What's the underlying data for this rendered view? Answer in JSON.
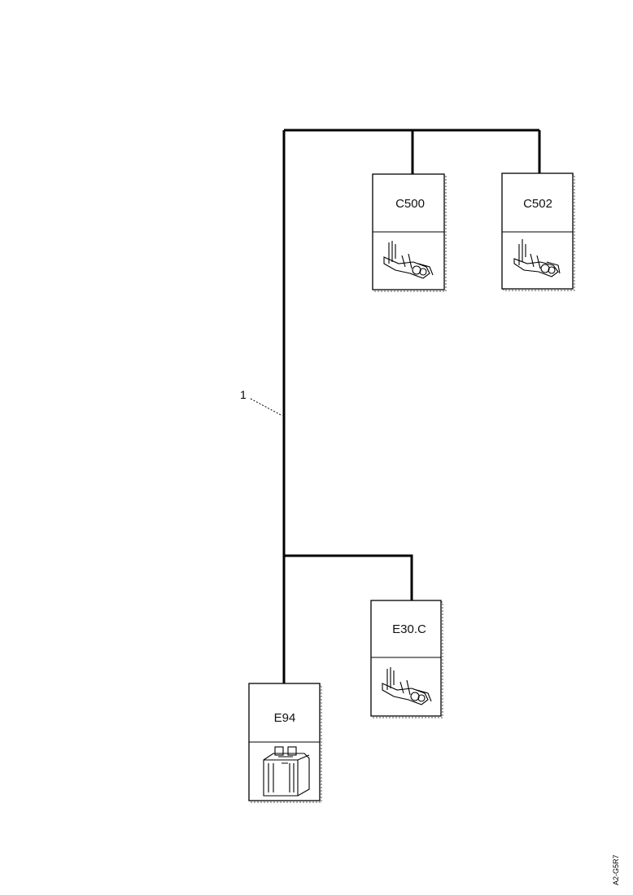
{
  "wire_number": "1",
  "components": {
    "c500": {
      "label": "C500",
      "icon": "connector-terminal-icon"
    },
    "c502": {
      "label": "C502",
      "icon": "connector-terminal-icon"
    },
    "e30c": {
      "label": "E30.C",
      "icon": "connector-terminal-icon"
    },
    "e94": {
      "label": "E94",
      "icon": "battery-icon"
    }
  },
  "drawing_ref": "A2-G5R7"
}
